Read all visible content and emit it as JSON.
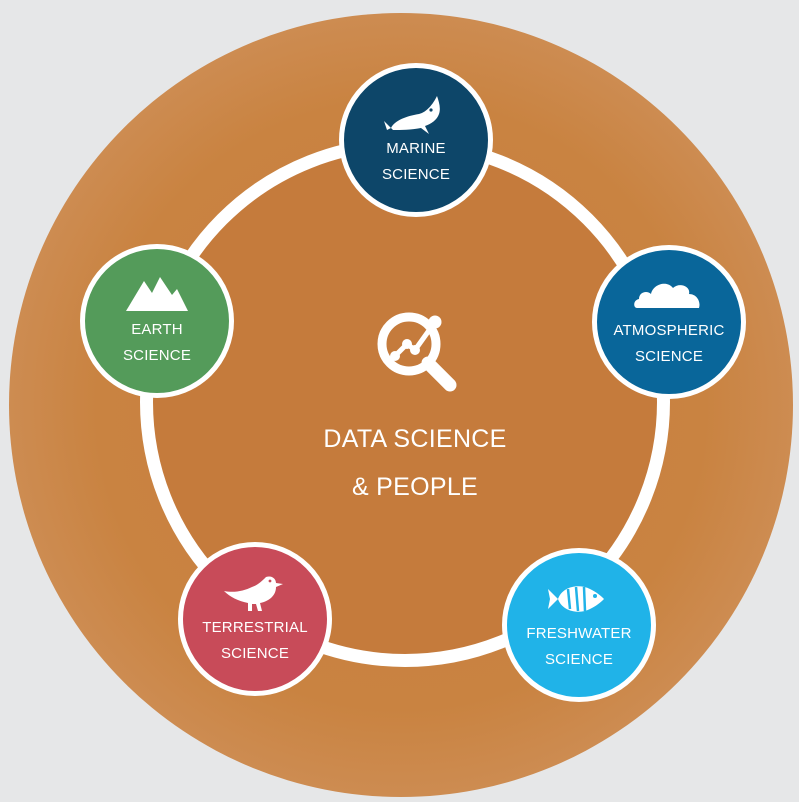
{
  "center": {
    "icon": "data-analytics-magnifier-icon",
    "title_line1": "DATA SCIENCE",
    "title_line2": "& PEOPLE"
  },
  "nodes": [
    {
      "id": "marine",
      "icon": "whale-icon",
      "line1": "MARINE",
      "line2": "SCIENCE",
      "color": "#0d4669"
    },
    {
      "id": "atmospheric",
      "icon": "cloud-icon",
      "line1": "ATMOSPHERIC",
      "line2": "SCIENCE",
      "color": "#09669a"
    },
    {
      "id": "freshwater",
      "icon": "fish-icon",
      "line1": "FRESHWATER",
      "line2": "SCIENCE",
      "color": "#20b3e8"
    },
    {
      "id": "terrestrial",
      "icon": "bird-icon",
      "line1": "TERRESTRIAL",
      "line2": "SCIENCE",
      "color": "#c84b59"
    },
    {
      "id": "earth",
      "icon": "mountains-icon",
      "line1": "EARTH",
      "line2": "SCIENCE",
      "color": "#549b5a"
    }
  ],
  "colors": {
    "outer_disc": "#c98341",
    "ring": "#ffffff",
    "background": "#e6e7e8"
  }
}
